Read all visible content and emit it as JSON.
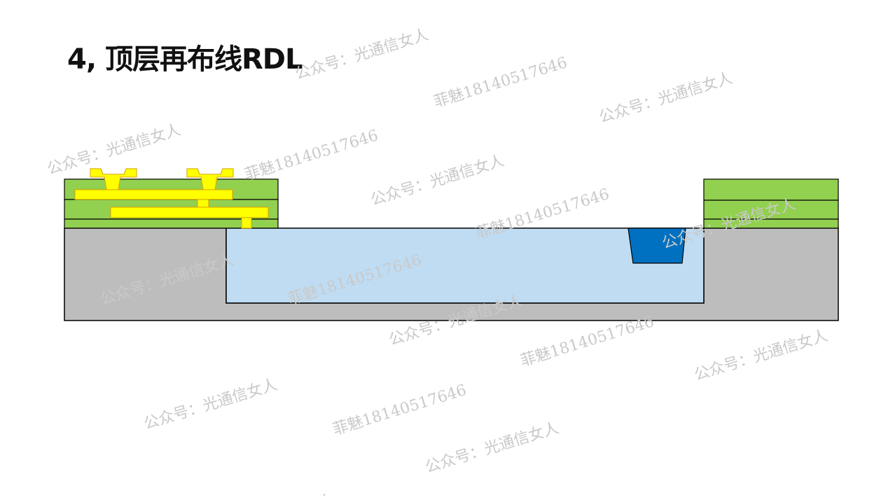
{
  "title": "4, 顶层再布线RDL",
  "watermarks": {
    "account": "公众号：光通信女人",
    "contact": "菲魅18140517646"
  },
  "colors": {
    "substrate": "#bdbdbd",
    "cavity": "#bfdcf2",
    "dielectric": "#92d050",
    "rdl_metal": "#ffff00",
    "metal_edge": "#d4a000",
    "waveguide": "#0070c0",
    "outline": "#000000"
  }
}
